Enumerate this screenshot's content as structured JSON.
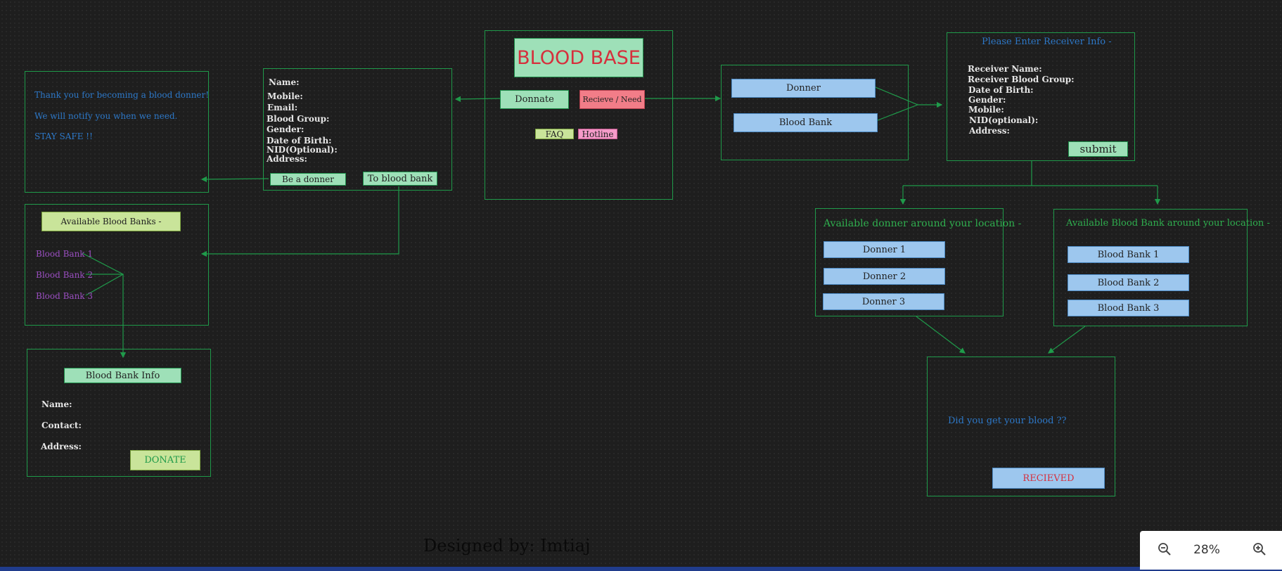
{
  "colors": {
    "background": "#1e1e1e",
    "frame_border": "#1f9a4a",
    "connector": "#1f9a4a",
    "button_green": "#9ee0b8",
    "button_lime": "#c9e49a",
    "button_blue": "#9dc7ee",
    "button_red": "#f27d88",
    "button_pink": "#f59bc9",
    "title_red": "#d62f3c",
    "text_blue": "#2d78c8",
    "text_purple": "#9a4ec0",
    "text_green": "#2fae4e"
  },
  "home": {
    "title": "BLOOD BASE",
    "donate_label": "Donnate",
    "receive_label": "Recieve / Need",
    "faq_label": "FAQ",
    "hotline_label": "Hotline"
  },
  "donor_form": {
    "fields": [
      "Name:",
      "Mobile:",
      "Email:",
      "Blood Group:",
      "Gender:",
      "Date of Birth:",
      "NID(Optional):",
      "Address:"
    ],
    "be_donor_label": "Be a donner",
    "to_blood_bank_label": "To blood bank"
  },
  "thank_you": {
    "line1": "Thank you for becoming a blood donner!",
    "line2": "We will notify you when we need.",
    "line3": "STAY SAFE !!"
  },
  "available_banks": {
    "title": "Available Blood Banks -",
    "items": [
      "Blood Bank 1",
      "Blood Bank 2",
      "Blood Bank 3"
    ]
  },
  "bank_info": {
    "title": "Blood Bank Info",
    "fields": [
      "Name:",
      "Contact:",
      "Address:"
    ],
    "donate_label": "DONATE"
  },
  "receive_choice": {
    "donor_label": "Donner",
    "bank_label": "Blood Bank"
  },
  "receiver_form": {
    "title": "Please Enter Receiver Info -",
    "fields": [
      "Receiver Name:",
      "Receiver Blood Group:",
      "Date of Birth:",
      "Gender:",
      "Mobile:",
      "NID(optional):",
      "Address:"
    ],
    "submit_label": "submit"
  },
  "nearby_donors": {
    "title": "Available donner around your location -",
    "items": [
      "Donner 1",
      "Donner 2",
      "Donner 3"
    ]
  },
  "nearby_banks": {
    "title": "Available Blood Bank around your location -",
    "items": [
      "Blood Bank 1",
      "Blood Bank 2",
      "Blood Bank 3"
    ]
  },
  "confirm": {
    "question": "Did you get your blood ??",
    "received_label": "RECIEVED"
  },
  "credit": "Designed by: Imtiaj",
  "zoom": {
    "level": "28%",
    "zoom_out_icon": "zoom-out-icon",
    "zoom_in_icon": "zoom-in-icon"
  }
}
